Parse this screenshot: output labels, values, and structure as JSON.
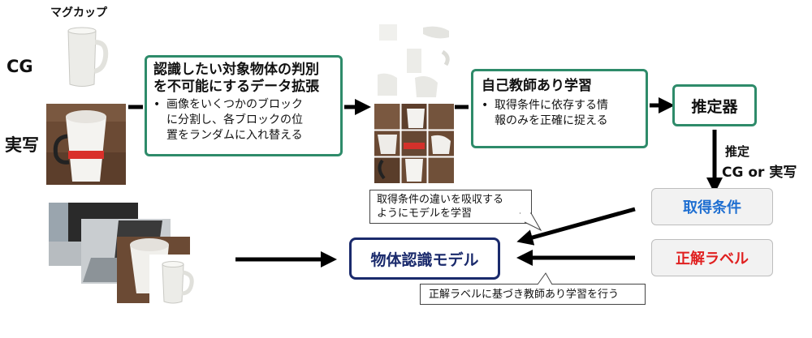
{
  "labels": {
    "mug": "マグカップ",
    "cg": "CG",
    "real": "実写"
  },
  "augment_box": {
    "title_line1": "認識したい対象物体の判別",
    "title_line2": "を不可能にするデータ拡張",
    "bullet": "•",
    "text_line1": "画像をいくつかのブロック",
    "text_line2": "に分割し、各ブロックの位",
    "text_line3": "置をランダムに入れ替える"
  },
  "ssl_box": {
    "title": "自己教師あり学習",
    "bullet": "•",
    "text_line1": "取得条件に依存する情",
    "text_line2": "報のみを正確に捉える"
  },
  "estimator": {
    "label": "推定器"
  },
  "estimate_text": {
    "line1": "推定",
    "line2": "CG or 実写"
  },
  "condition": {
    "label": "取得条件",
    "color": "#1f6fd1"
  },
  "correct_label": {
    "label": "正解ラベル",
    "color": "#e02020"
  },
  "model": {
    "label": "物体認識モデル",
    "color": "#1a2a6c"
  },
  "note_absorb": {
    "line1": "取得条件の違いを吸収する",
    "line2": "ようにモデルを学習"
  },
  "note_supervised": {
    "text": "正解ラベルに基づき教師あり学習を行う"
  },
  "colors": {
    "green_border": "#2e8b6a",
    "arrow": "#000000"
  }
}
